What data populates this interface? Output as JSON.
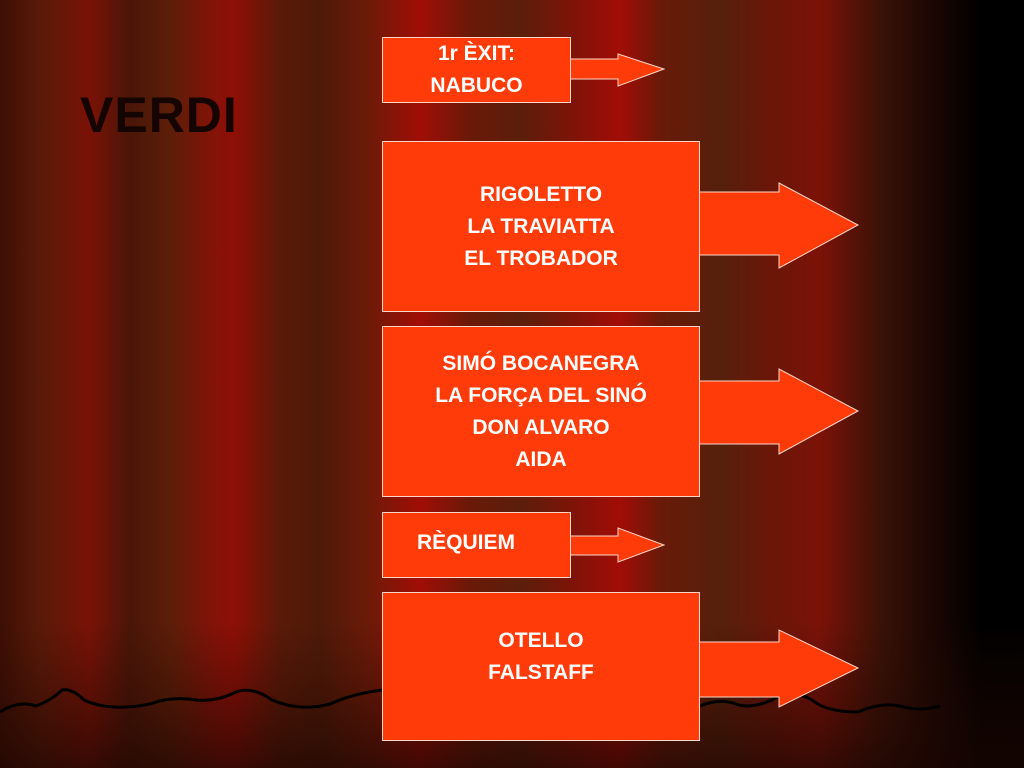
{
  "title": "VERDI",
  "colors": {
    "box_fill": "#ff3b0a",
    "box_text": "#ffffff",
    "title_text": "#140402",
    "curtain_dark": "#3d0f04",
    "curtain_red": "#a10d06"
  },
  "boxes": [
    {
      "lines": [
        "1r ÈXIT:",
        "NABUCO"
      ]
    },
    {
      "lines": [
        "RIGOLETTO",
        "LA TRAVIATTA",
        "EL TROBADOR"
      ]
    },
    {
      "lines": [
        "SIMÓ BOCANEGRA",
        "LA FORÇA DEL SINÓ",
        "DON ALVARO",
        "AIDA"
      ]
    },
    {
      "lines": [
        "RÈQUIEM"
      ]
    },
    {
      "lines": [
        "OTELLO",
        "FALSTAFF"
      ]
    }
  ]
}
